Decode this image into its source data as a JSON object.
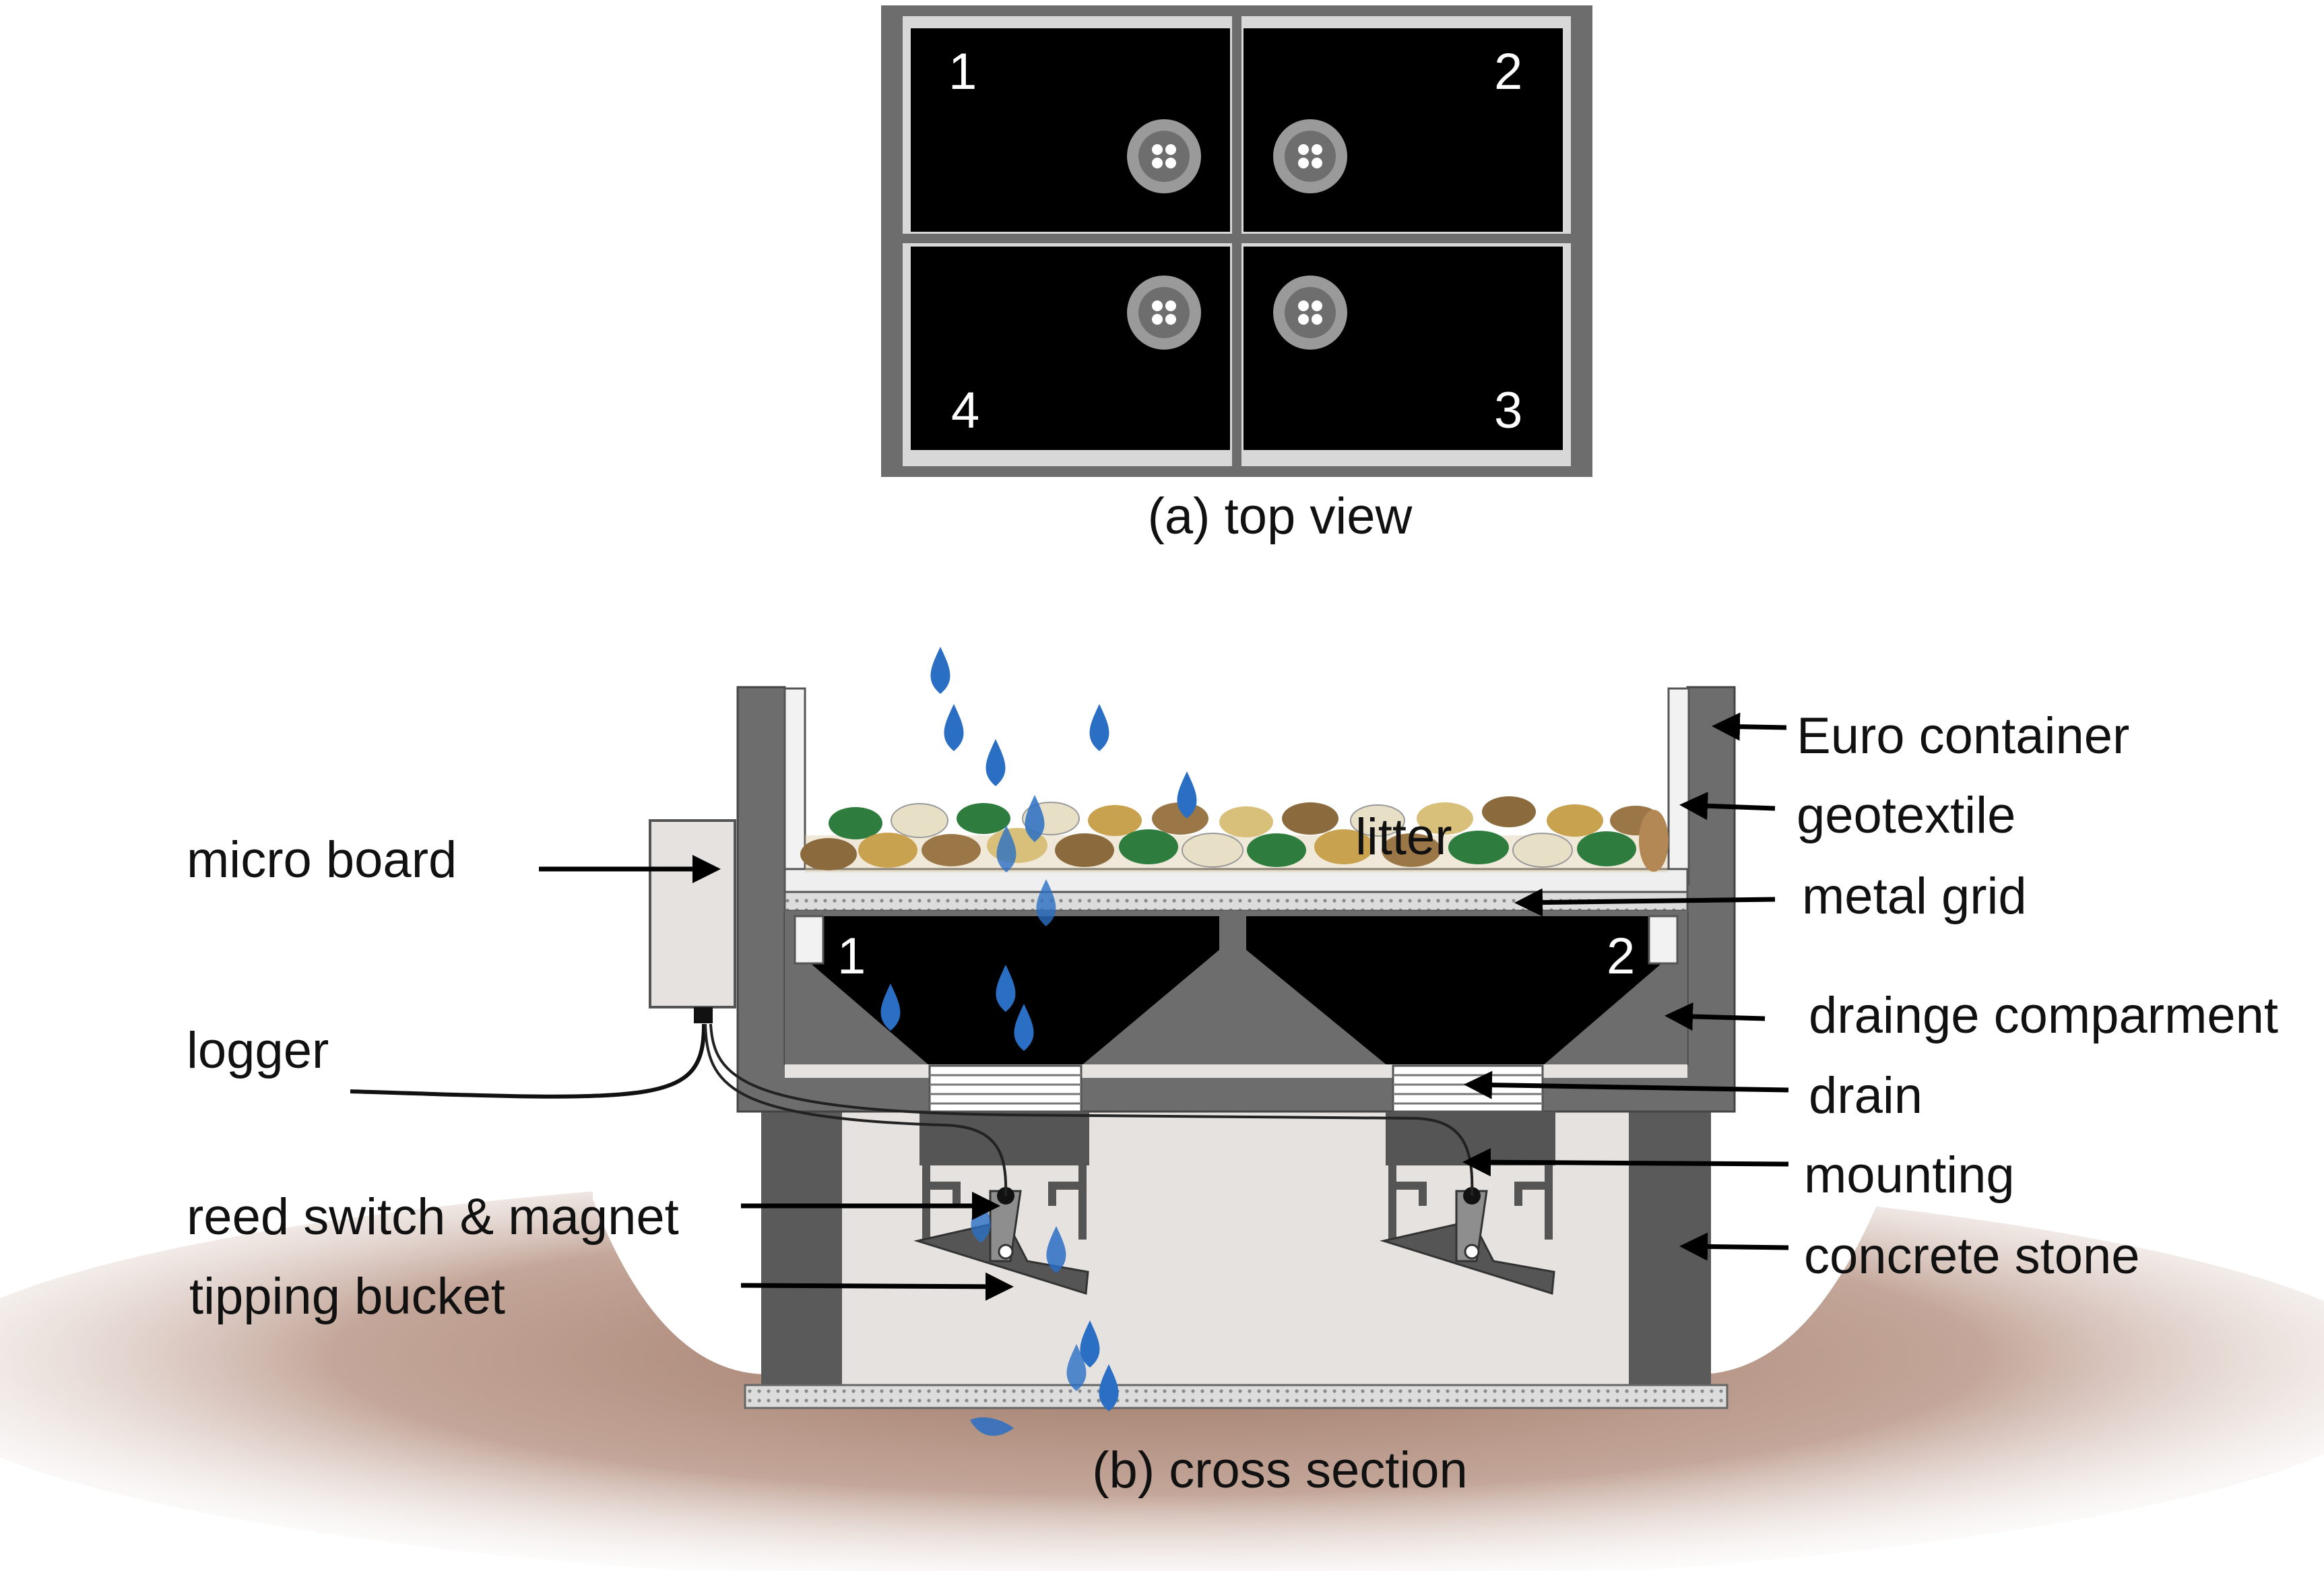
{
  "top_view": {
    "caption": "(a) top view",
    "compartments": [
      "1",
      "2",
      "3",
      "4"
    ]
  },
  "cross_section": {
    "caption": "(b) cross section",
    "compartment_numbers": [
      "1",
      "2"
    ],
    "inner_label": "litter",
    "labels": {
      "euro_container": "Euro container",
      "geotextile": "geotextile",
      "metal_grid": "metal grid",
      "drainage_compartment": "drainge comparment",
      "drain": "drain",
      "mounting": "mounting",
      "concrete_stone": "concrete stone",
      "micro_board": "micro board",
      "logger": "logger",
      "reed_switch": "reed switch & magnet",
      "tipping_bucket": "tipping bucket"
    }
  },
  "colors": {
    "container": "#6d6d6d",
    "compartment": "#000000",
    "water_drop": "#2a6fc4",
    "soil": "#b08a78",
    "concrete": "#5a5a5a",
    "panel": "#e6e2df"
  }
}
